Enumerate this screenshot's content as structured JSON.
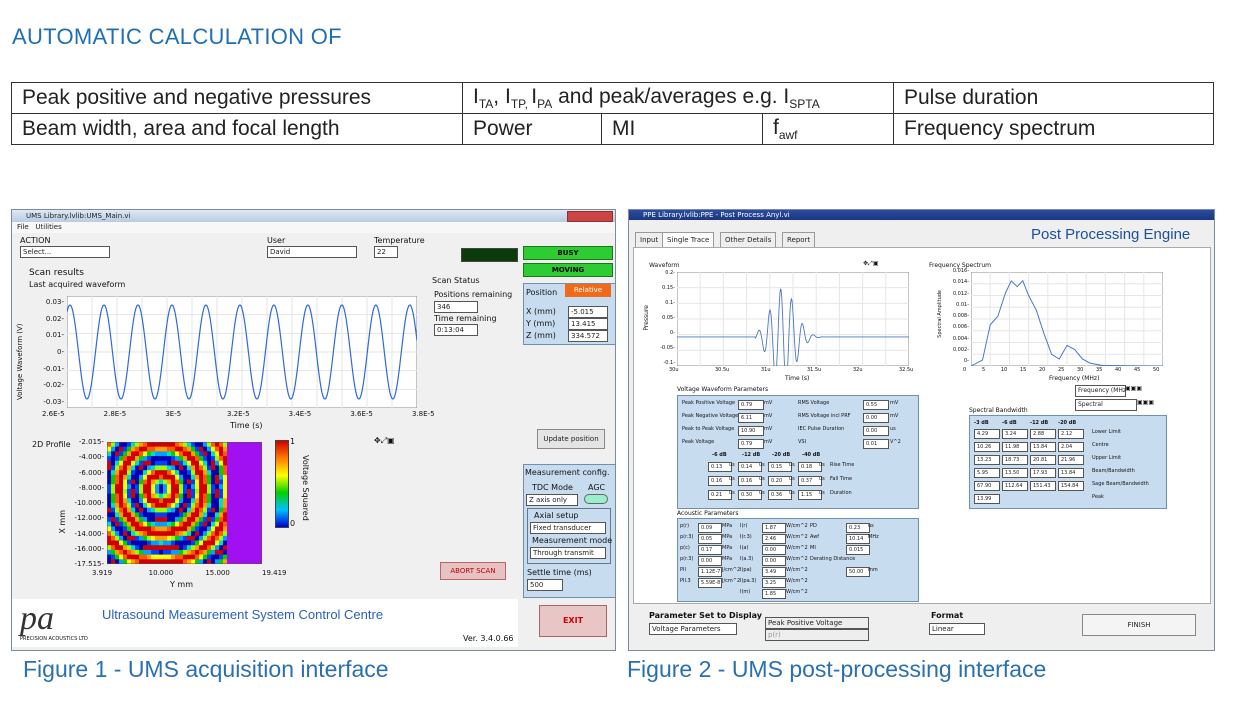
{
  "heading": "AUTOMATIC CALCULATION OF",
  "table": {
    "r1c1": "Peak positive and negative pressures",
    "r1c2_parts": [
      "I",
      "TA",
      ", I",
      "TP, ",
      "I",
      "PA",
      " and peak/averages e.g. I",
      "SPTA"
    ],
    "r1c3": "Pulse duration",
    "r2c1": "Beam width, area and focal length",
    "r2c2": "Power",
    "r2c3": "MI",
    "r2c4_main": "f",
    "r2c4_sub": "awf",
    "r2c5": "Frequency spectrum"
  },
  "captions": {
    "fig1": "Figure 1 - UMS acquisition interface",
    "fig2": "Figure 2 - UMS post-processing interface"
  },
  "ums": {
    "title": "UMS Library.lvlib:UMS_Main.vi",
    "menu": [
      "File",
      "Utilities"
    ],
    "action_label": "ACTION",
    "action_value": "Select...",
    "user_label": "User",
    "user_value": "David",
    "temp_label": "Temperature",
    "temp_value": "22",
    "busy": "BUSY",
    "moving": "MOVING",
    "position_label": "Position",
    "relative": "Relative",
    "scan_results": "Scan results",
    "last_waveform": "Last acquired waveform",
    "ylabel": "Voltage Waveform (V)",
    "xlabel": "Time (s)",
    "yticks": [
      "0.03-",
      "0.02-",
      "0.01-",
      "0-",
      "-0.01-",
      "-0.02-",
      "-0.03-"
    ],
    "xticks": [
      "2.6E-5",
      "2.8E-5",
      "3E-5",
      "3.2E-5",
      "3.4E-5",
      "3.6E-5",
      "3.8E-5"
    ],
    "scan_status": "Scan Status",
    "positions_remaining_label": "Positions remaining",
    "positions_remaining": "346",
    "time_remaining_label": "Time remaining",
    "time_remaining": "0:13:04",
    "x_label": "X (mm)",
    "x_value": "-5.015",
    "y_label": "Y (mm)",
    "y_value": "13.415",
    "z_label": "Z (mm)",
    "z_value": "334.572",
    "update_position": "Update position",
    "profile_label": "2D Profile",
    "profile_yticks": [
      "-2.015-",
      "-4.000-",
      "-6.000-",
      "-8.000-",
      "-10.000-",
      "-12.000-",
      "-14.000-",
      "-16.000-",
      "-17.515-"
    ],
    "profile_xticks": [
      "3.919",
      "10.000",
      "15.000",
      "19.419"
    ],
    "profile_xlabel": "Y mm",
    "profile_ylabel": "X mm",
    "colorbar_top": "1",
    "colorbar_bottom": "0",
    "colorbar_label": "Voltage Squared",
    "measurement_config": "Measurement config.",
    "tdc_mode": "TDC Mode",
    "agc": "AGC",
    "tdc_value": "Z axis only",
    "axial_setup": "Axial setup",
    "axial_value": "Fixed transducer",
    "measurement_mode": "Measurement mode",
    "measurement_value": "Through transmit",
    "settle_label": "Settle time (ms)",
    "settle_value": "500",
    "abort_scan": "ABORT SCAN",
    "exit": "EXIT",
    "logo_text": "Ultrasound Measurement System Control Centre",
    "logo_company": "PRECISION ACOUSTICS LTD",
    "version": "Ver. 3.4.0.66"
  },
  "ppe": {
    "title": "PPE Library.lvlib:PPE - Post Process Anyl.vi",
    "tabs": [
      "Input",
      "Single Trace",
      "Other Details",
      "Report"
    ],
    "engine_title": "Post Processing Engine",
    "waveform_label": "Waveform",
    "wave_yticks": [
      "0.2-",
      "0.15-",
      "0.1-",
      "0.05-",
      "0-",
      "-0.05-",
      "-0.1-"
    ],
    "wave_xticks": [
      "30u",
      "30.5u",
      "31u",
      "31.5u",
      "32u",
      "32.5u"
    ],
    "wave_xlabel": "Time (s)",
    "wave_ylabel": "Pressure",
    "spectrum_label": "Frequency Spectrum",
    "spec_yticks": [
      "0.016-",
      "0.014-",
      "0.012-",
      "0.01-",
      "0.008-",
      "0.006-",
      "0.004-",
      "0.002-",
      "0-"
    ],
    "spec_xticks": [
      "0",
      "5",
      "10",
      "15",
      "20",
      "25",
      "30",
      "35",
      "40",
      "45",
      "50"
    ],
    "spec_xlabel": "Frequency (MHz)",
    "spec_ylabel": "Spectral Amplitude",
    "freq_unit": "Frequency (MHz)",
    "spectral_select": "Spectral",
    "vwp_label": "Voltage Waveform Parameters",
    "vwp_rows": [
      [
        "Peak Positive Voltage",
        "0.79",
        "mV",
        "RMS Voltage",
        "0.55",
        "mV"
      ],
      [
        "Peak Negative Voltage",
        "6.11",
        "mV",
        "RMS Voltage incl PRF",
        "0.00",
        "mV"
      ],
      [
        "Peak to Peak Voltage",
        "10.90",
        "mV",
        "IEC Pulse Duration",
        "0.00",
        "us"
      ],
      [
        "Peak Voltage",
        "0.79",
        "mV",
        "VSI",
        "0.01",
        "V^2"
      ]
    ],
    "db_headers": [
      "-6 dB",
      "-12 dB",
      "-20 dB",
      "-40 dB"
    ],
    "db_rows": [
      {
        "values": [
          "0.13",
          "0.14",
          "0.15",
          "0.18"
        ],
        "label": "Rise Time"
      },
      {
        "values": [
          "0.16",
          "0.16",
          "0.20",
          "0.37"
        ],
        "label": "Fall Time"
      },
      {
        "values": [
          "0.21",
          "0.30",
          "0.36",
          "1.15"
        ],
        "label": "Duration"
      }
    ],
    "sb_label": "Spectral Bandwidth",
    "sb_headers": [
      "-3 dB",
      "-6 dB",
      "-12 dB",
      "-20 dB"
    ],
    "sb_rows": [
      {
        "values": [
          "4.29",
          "3.24",
          "2.88",
          "2.12"
        ],
        "label": "Lower Limit"
      },
      {
        "values": [
          "10.26",
          "11.98",
          "13.84",
          "2.04"
        ],
        "label": "Centre"
      },
      {
        "values": [
          "13.23",
          "18.73",
          "20.81",
          "21.96"
        ],
        "label": "Upper Limit"
      },
      {
        "values": [
          "5.95",
          "13.50",
          "17.93",
          "13.84"
        ],
        "label": "Beam/Bandwidth"
      },
      {
        "values": [
          "67.90",
          "112.64",
          "151.43",
          "154.84"
        ],
        "label": "Sage Beam/Bandwidth"
      },
      {
        "values": [
          "13.99"
        ],
        "label": "Peak"
      }
    ],
    "ap_label": "Acoustic Parameters",
    "ap_rows": [
      [
        "p(r)",
        "0.09",
        "MPa",
        "I(r)",
        "1.87",
        "W/cm^2",
        "PD",
        "0.23",
        "us"
      ],
      [
        "p(r.3)",
        "0.05",
        "MPa",
        "I(r.3)",
        "2.46",
        "W/cm^2",
        "Awf",
        "10.14",
        "MHz"
      ],
      [
        "p(c)",
        "0.17",
        "MPa",
        "I(a)",
        "0.00",
        "W/cm^2",
        "MI",
        "0.015",
        ""
      ],
      [
        "p(r.3)",
        "0.00",
        "MPa",
        "I(a.3)",
        "0.00",
        "W/cm^2",
        "Derating Distance",
        "",
        ""
      ],
      [
        "PII",
        "1.12E-7",
        "J/cm^2",
        "I(pa)",
        "3.49",
        "W/cm^2",
        "",
        "50.00",
        "mm"
      ],
      [
        "PII.3",
        "5.59E-8",
        "J/cm^2",
        "I(pa.3)",
        "3.25",
        "W/cm^2",
        "",
        "",
        ""
      ],
      [
        "",
        "",
        "",
        "I(m)",
        "1.85",
        "W/cm^2",
        "",
        "",
        ""
      ]
    ],
    "param_set_label": "Parameter Set to Display",
    "param_set_value": "Voltage Parameters",
    "param_value": "Peak Positive Voltage",
    "param_value2": "p(r)",
    "format_label": "Format",
    "format_value": "Linear",
    "finish": "FINISH"
  }
}
